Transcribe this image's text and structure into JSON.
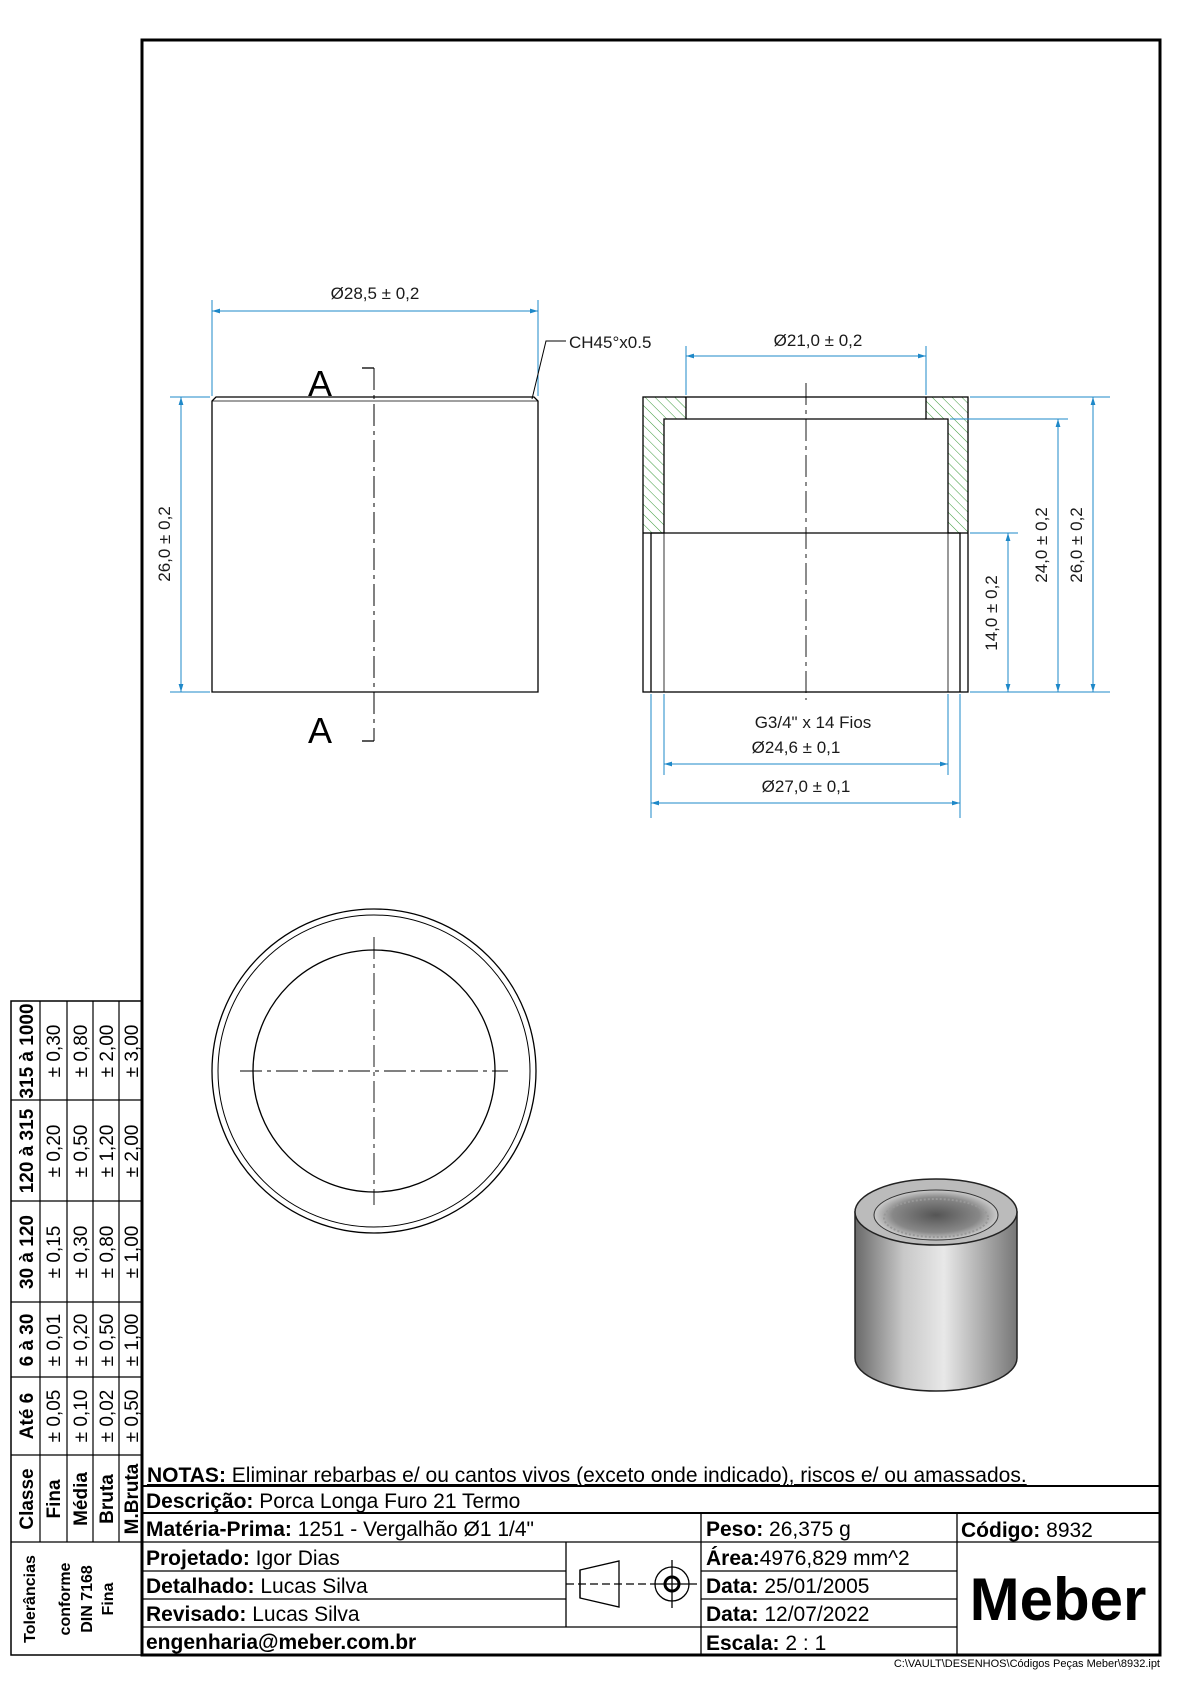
{
  "drawing": {
    "dims": {
      "outer_diameter": "Ø28,5 ± 0,2",
      "height_left": "26,0 ± 0,2",
      "chamfer": "CH45°x0.5",
      "section_label_top": "A",
      "section_label_bottom": "A",
      "bore_diameter": "Ø21,0 ± 0,2",
      "thread_depth": "14,0 ± 0,2",
      "bore_depth": "24,0 ± 0,2",
      "height_right": "26,0 ± 0,2",
      "thread_spec": "G3/4\" x 14 Fios",
      "thread_minor": "Ø24,6 ± 0,1",
      "thread_major": "Ø27,0 ± 0,1"
    }
  },
  "tolerances": {
    "title_lines": [
      "Tolerâncias",
      "conforme",
      "DIN 7168",
      "Fina"
    ],
    "header": [
      "Classe",
      "Até 6",
      "6 à 30",
      "30 à 120",
      "120 à 315",
      "315 à 1000"
    ],
    "rows": [
      [
        "Fina",
        "± 0,05",
        "± 0,01",
        "± 0,15",
        "± 0,20",
        "± 0,30"
      ],
      [
        "Média",
        "± 0,10",
        "± 0,20",
        "± 0,30",
        "± 0,50",
        "± 0,80"
      ],
      [
        "Bruta",
        "± 0,02",
        "± 0,50",
        "± 0,80",
        "± 1,20",
        "± 2,00"
      ],
      [
        "M.Bruta",
        "± 0,50",
        "± 1,00",
        "± 1,00",
        "± 2,00",
        "± 3,00"
      ]
    ]
  },
  "title_block": {
    "notes_label": "NOTAS:",
    "notes": " Eliminar rebarbas e/ ou cantos vivos (exceto onde indicado), riscos e/ ou amassados.",
    "desc_label": "Descrição:",
    "desc": " Porca Longa Furo 21 Termo",
    "material_label": "Matéria-Prima:",
    "material": " 1251 - Vergalhão Ø1 1/4\"",
    "weight_label": "Peso:",
    "weight": " 26,375 g",
    "code_label": "Código:",
    "code": " 8932",
    "designed_label": "Projetado:",
    "designed": " Igor Dias",
    "area_label": "Área:",
    "area": "4976,829 mm^2",
    "detailed_label": "Detalhado:",
    "detailed": " Lucas Silva",
    "date1_label": "Data:",
    "date1": " 25/01/2005",
    "revised_label": "Revisado:",
    "revised": " Lucas Silva",
    "date2_label": "Data:",
    "date2": " 12/07/2022",
    "email": "engenharia@meber.com.br",
    "scale_label": "Escala:",
    "scale": " 2 : 1",
    "logo": "Meber"
  },
  "file_path": "C:\\VAULT\\DESENHOS\\Códigos Peças Meber\\8932.ipt"
}
